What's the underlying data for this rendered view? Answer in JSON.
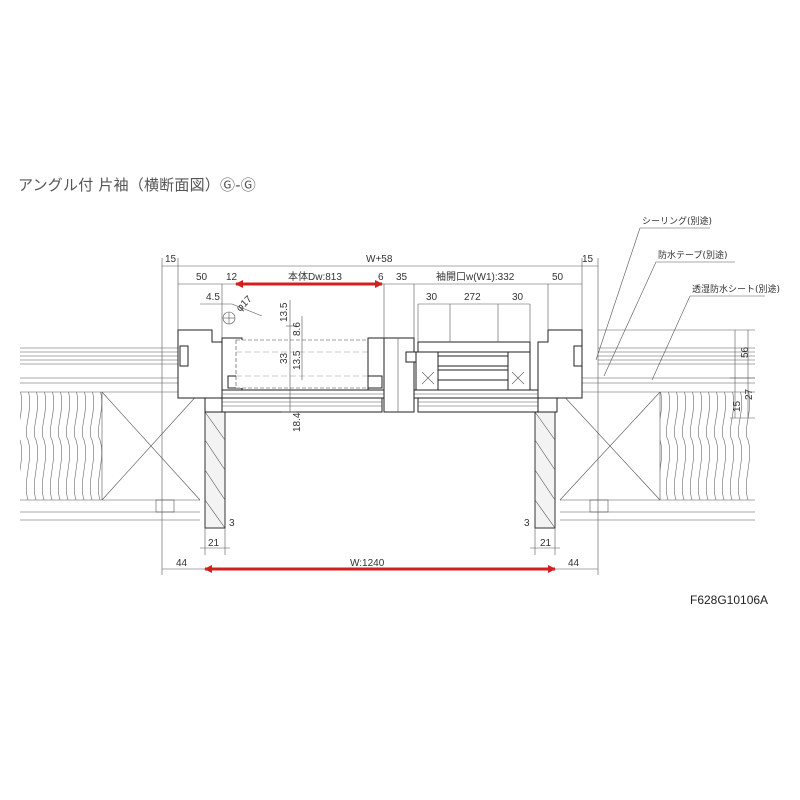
{
  "title": "アングル付 片袖（横断面図）Ⓖ-Ⓖ",
  "drawing_code": "F628G10106A",
  "notes": {
    "sealing": "シーリング(別途)",
    "waterproof_tape": "防水テープ(別途)",
    "moisture_sheet": "透湿防水シート(別途)"
  },
  "dims": {
    "left_15": "15",
    "total_w58": "W+58",
    "right_15": "15",
    "left_50": "50",
    "left_12": "12",
    "body_dw": "本体Dw:813",
    "gap_6": "6",
    "gap_35": "35",
    "sleeve_w1": "袖開口w(W1):332",
    "right_50": "50",
    "d_4_5": "4.5",
    "phi_17": "φ17",
    "d_13_5a": "13.5",
    "d_8_6": "8.6",
    "d_33": "33",
    "d_13_5b": "13.5",
    "d_18_4": "18.4",
    "s_30a": "30",
    "s_272": "272",
    "s_30b": "30",
    "r_56": "56",
    "r_27": "27",
    "r_15": "15",
    "l_3": "3",
    "l_21": "21",
    "r_3": "3",
    "r_21": "21",
    "b_44_left": "44",
    "b_w1240": "W:1240",
    "b_44_right": "44"
  },
  "colors": {
    "highlight": "#d21f1f",
    "line": "#222222",
    "text": "#333333"
  }
}
